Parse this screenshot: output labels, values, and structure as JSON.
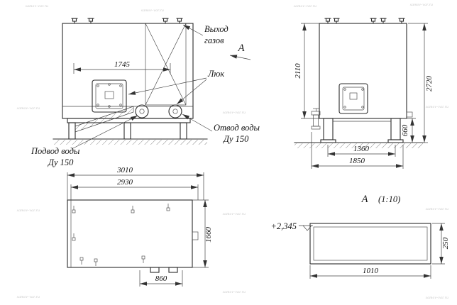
{
  "drawing": {
    "watermark": "samov-var.ru",
    "front_view": {
      "dim_width": "1745",
      "gas_label1": "Выход",
      "gas_label2": "газов",
      "section_letter": "А",
      "hatch_label": "Люк",
      "outlet_label1": "Отвод воды",
      "outlet_label2": "Ду 150",
      "inlet_label1": "Подвод воды",
      "inlet_label2": "Ду 150"
    },
    "side_view": {
      "dim_body_height": "2110",
      "dim_overall_height": "2720",
      "dim_base_height": "660",
      "dim_base_width": "1360",
      "dim_overall_width": "1850"
    },
    "top_view": {
      "dim_overall_length": "3010",
      "dim_inner_length": "2930",
      "dim_width": "1660",
      "dim_spacing": "860"
    },
    "detail_view": {
      "letter": "А",
      "scale": "(1:10)",
      "elevation": "+2,345",
      "dim_height": "250",
      "dim_length": "1010"
    }
  }
}
